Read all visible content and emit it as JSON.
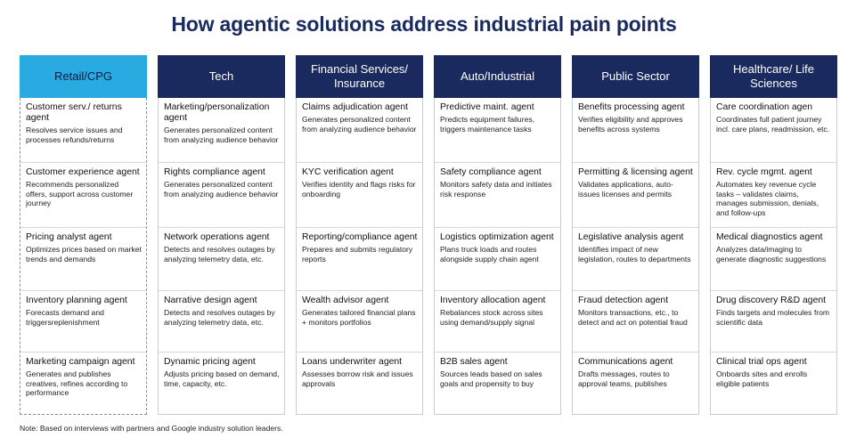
{
  "title": "How agentic solutions address industrial pain points",
  "columns": [
    {
      "header": "Retail/CPG",
      "agents": [
        {
          "name": "Customer serv./ returns agent",
          "desc": "Resolves service issues and processes refunds/returns"
        },
        {
          "name": "Customer experience agent",
          "desc": "Recommends personalized offers, support across customer journey"
        },
        {
          "name": "Pricing analyst agent",
          "desc": "Optimizes prices based on market trends and demands"
        },
        {
          "name": "Inventory planning agent",
          "desc": "Forecasts demand and triggersreplenishment"
        },
        {
          "name": "Marketing campaign agent",
          "desc": "Generates and publishes creatives, refines according to performance"
        }
      ]
    },
    {
      "header": "Tech",
      "agents": [
        {
          "name": "Marketing/personalization agent",
          "desc": "Generates personalized content from analyzing audience behavior"
        },
        {
          "name": "Rights compliance agent",
          "desc": "Generates personalized content from analyzing audience behavior"
        },
        {
          "name": "Network operations agent",
          "desc": "Detects and resolves outages by analyzing telemetry data, etc."
        },
        {
          "name": "Narrative design agent",
          "desc": "Detects and resolves outages by analyzing telemetry data, etc."
        },
        {
          "name": "Dynamic pricing agent",
          "desc": "Adjusts pricing based on demand, time, capacity, etc."
        }
      ]
    },
    {
      "header": "Financial Services/ Insurance",
      "agents": [
        {
          "name": "Claims adjudication agent",
          "desc": "Generates personalized content from analyzing audience behavior"
        },
        {
          "name": "KYC verification agent",
          "desc": "Verifies identity and flags risks for onboarding"
        },
        {
          "name": "Reporting/compliance agent",
          "desc": "Prepares and submits regulatory reports"
        },
        {
          "name": "Wealth advisor agent",
          "desc": "Generates tailored financial plans + monitors portfolios"
        },
        {
          "name": "Loans underwriter agent",
          "desc": "Assesses borrow risk and issues approvals"
        }
      ]
    },
    {
      "header": "Auto/Industrial",
      "agents": [
        {
          "name": "Predictive maint. agent",
          "desc": "Predicts equipment failures, triggers maintenance tasks"
        },
        {
          "name": "Safety compliance agent",
          "desc": "Monitors safety data and initiates risk response"
        },
        {
          "name": "Logistics optimization agent",
          "desc": "Plans truck loads and routes alongside supply chain agent"
        },
        {
          "name": "Inventory allocation agent",
          "desc": "Rebalances stock across sites using demand/supply signal"
        },
        {
          "name": "B2B sales agent",
          "desc": "Sources leads based on sales goals and propensity to buy"
        }
      ]
    },
    {
      "header": "Public Sector",
      "agents": [
        {
          "name": "Benefits processing agent",
          "desc": "Verifies eligibility and approves benefits across systems"
        },
        {
          "name": "Permitting & licensing agent",
          "desc": "Validates applications, auto-issues licenses and permits"
        },
        {
          "name": "Legislative analysis agent",
          "desc": "Identifies impact of new legislation, routes to departments"
        },
        {
          "name": "Fraud detection agent",
          "desc": "Monitors transactions, etc., to detect and act on potential fraud"
        },
        {
          "name": "Communications agent",
          "desc": "Drafts messages, routes to approval teams, publishes"
        }
      ]
    },
    {
      "header": "Healthcare/ Life Sciences",
      "agents": [
        {
          "name": "Care coordination agen",
          "desc": "Coordinates full patient journey incl. care plans, readmission, etc."
        },
        {
          "name": "Rev. cycle mgmt. agent",
          "desc": "Automates key revenue cycle tasks – validates claims, manages submission, denials, and follow-ups"
        },
        {
          "name": "Medical diagnostics agent",
          "desc": "Analyzes data/imaging to generate diagnostic suggestions"
        },
        {
          "name": "Drug discovery R&D agent",
          "desc": "Finds targets and molecules from scientific data"
        },
        {
          "name": "Clinical trial ops agent",
          "desc": "Onboards sites and enrolls eligible patients"
        }
      ]
    }
  ],
  "note": "Note: Based on interviews with partners and Google industry solution leaders.",
  "colors": {
    "navy": "#1a2a5e",
    "highlight": "#29abe2"
  }
}
